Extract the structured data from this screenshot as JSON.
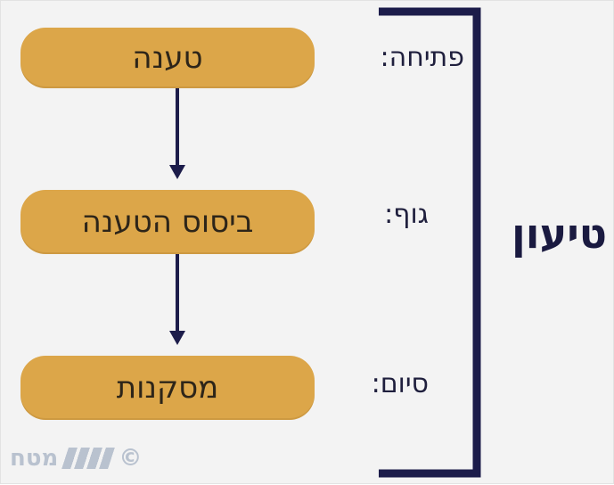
{
  "diagram": {
    "title": "טיעון",
    "stages": [
      {
        "label": "פתיחה:",
        "box": "טענה"
      },
      {
        "label": "גוף:",
        "box": "ביסוס הטענה"
      },
      {
        "label": "סיום:",
        "box": "מסקנות"
      }
    ],
    "colors": {
      "box_fill": "#dca649",
      "arrow": "#1c1c4a",
      "bracket": "#1c1c4a"
    }
  },
  "watermark": {
    "text": "מטח",
    "copyright": "©"
  }
}
